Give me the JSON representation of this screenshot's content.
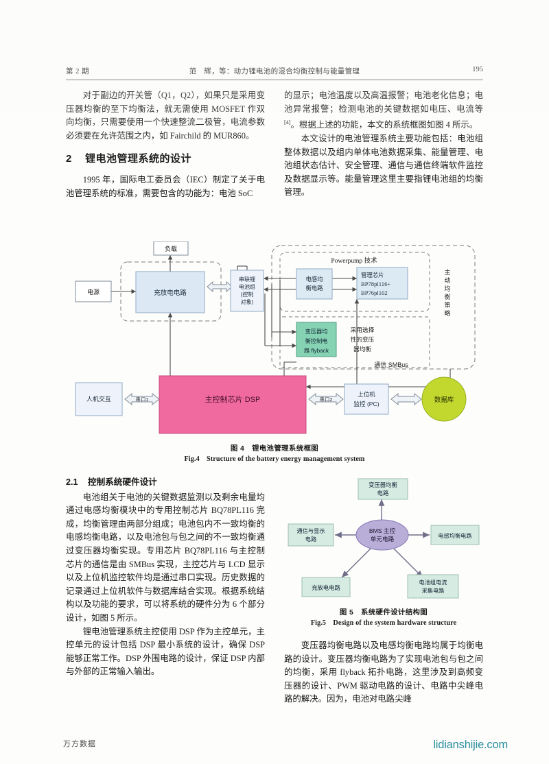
{
  "header": {
    "issue": "第 2 期",
    "title": "范　辉，等：动力锂电池的混合均衡控制与能量管理",
    "page_number": "195"
  },
  "left_column": {
    "para1": "对于副边的开关管（Q1，Q2），如果只是采用变压器均衡的至下均衡法，就无需使用 MOSFET 作双向均衡，只需要使用一个快速整流二极管，电流参数必须要在允许范围之内，如 Fairchild 的 MUR860。",
    "section2_number": "2",
    "section2_title": "锂电池管理系统的设计",
    "para2": "1995 年，国际电工委员会（IEC）制定了关于电池管理系统的标准，需要包含的功能为：电池 SoC",
    "section21_number": "2.1",
    "section21_title": "控制系统硬件设计",
    "para3": "电池组关于电池的关键数据监测以及剩余电量均通过电感均衡模块中的专用控制芯片 BQ78PL116 完成，均衡管理由两部分组成；电池包内不一致均衡的电感均衡电路，以及电池包与包之间的不一致均衡通过变压器均衡实现。专用芯片 BQ78PL116 与主控制芯片的通信是由 SMBus 实现，主控芯片与 LCD 显示以及上位机监控软件均是通过串口实现。历史数据的记录通过上位机软件与数据库结合实现。根据系统结构以及功能的要求，可以将系统的硬件分为 6 个部分设计，如图 5 所示。",
    "para3_figref": "图",
    "para4": "锂电池管理系统主控使用 DSP 作为主控单元，主控单元的设计包括 DSP 最小系统的设计，确保 DSP 能够正常工作。DSP 外围电路的设计，保证 DSP 内部与外部的正常输入输出。"
  },
  "right_column": {
    "para1": "的显示；电池温度以及高温报警；电池老化信息；电池异常报警；检测电池的关键数据如电压、电流等",
    "para1_sup": "[4]",
    "para1_tail": "。根据上述的功能，本文的系统框图如图 4 所示。",
    "para1_figref": "图",
    "para2": "本文设计的电池管理系统主要功能包括：电池组整体数据以及组内单体电池数据采集、能量管理、电池组状态估计、安全管理、通信与通信终端软件监控及数据显示等。能量管理这里主要指锂电池组的均衡管理。",
    "para3": "变压器均衡电路以及电感均衡电路均属于均衡电路的设计。变压器均衡电路为了实现电池包与包之间的均衡，采用 flyback 拓扑电路，这里涉及到高频变压器的设计、PWM 驱动电路的设计、电路中尖峰电路的解决。因为，电池对电路尖峰"
  },
  "figure4": {
    "caption_cn": "图 4　锂电池管理系统框图",
    "caption_en": "Fig.4　Structure of the battery energy management system",
    "nodes": {
      "power_source": "电源",
      "load": "负载",
      "charge_discharge": "充放电电路",
      "battery_pack": "串联锂\n电池组\n（控制\n对象）",
      "battery_pack_l1": "串联锂",
      "battery_pack_l2": "电池组",
      "battery_pack_l3": "(控制",
      "battery_pack_l4": "对象)",
      "powerpump_label": "Powerpump 技术",
      "inductor_balance_l1": "电感均",
      "inductor_balance_l2": "衡电路",
      "mgmt_chip_l1": "管理芯片",
      "mgmt_chip_l2": "BP78pl116+",
      "mgmt_chip_l3": "BP76pl102",
      "active_strategy_l1": "主",
      "active_strategy_l2": "动",
      "active_strategy_l3": "均",
      "active_strategy_l4": "衡",
      "active_strategy_l5": "策",
      "active_strategy_l6": "略",
      "transformer_balance_l1": "变压器均",
      "transformer_balance_l2": "衡控制电",
      "transformer_balance_l3": "路 flyback",
      "selective_note_l1": "采用选择",
      "selective_note_l2": "性的变压",
      "selective_note_l3": "器均衡",
      "smbus": "通信 SMBus",
      "hmi": "人机交互",
      "dsp": "主控制芯片 DSP",
      "host_pc_l1": "上位机",
      "host_pc_l2": "监控 (PC)",
      "database": "数据库",
      "serial1": "串口1",
      "serial2": "串口2"
    },
    "colors": {
      "box_blue_fill": "#dce9f5",
      "box_blue_stroke": "#8fa9c4",
      "box_green_fill": "#86d3b4",
      "box_green_stroke": "#4f9f84",
      "box_pink_fill": "#f06aa0",
      "box_pink_stroke": "#c34b7c",
      "ellipse_green_fill": "#c2d82f",
      "line": "#5a5a5a"
    }
  },
  "figure5": {
    "caption_cn": "图 5　系统硬件设计结构图",
    "caption_en": "Fig.5　Design of the system hardware structure",
    "center_l1": "BMS 主控",
    "center_l2": "单元电路",
    "nodes": {
      "top_l1": "变压器均衡",
      "top_l2": "电路",
      "left_l1": "通信与显示",
      "left_l2": "电路",
      "right": "电感均衡电路",
      "bottom_left": "充放电电路",
      "bottom_right_l1": "电池组电流",
      "bottom_right_l2": "采集电路"
    },
    "colors": {
      "box_fill": "#d6ece3",
      "box_stroke": "#9dbdb2",
      "ellipse_fill": "#b9aed8",
      "ellipse_stroke": "#8576b5",
      "arrow": "#6f6f8a"
    }
  },
  "footer": {
    "watermark": "万方数据",
    "site": "lidianshijie.com"
  }
}
